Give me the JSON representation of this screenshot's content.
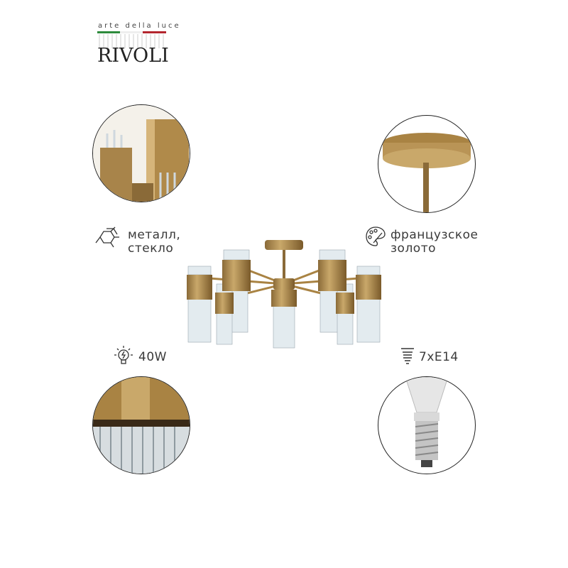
{
  "brand": {
    "tagline": "arte della luce",
    "name": "RIVOLI"
  },
  "features": {
    "material": {
      "icon": "material-molecule-icon",
      "line1": "металл,",
      "line2": "стекло"
    },
    "color": {
      "icon": "palette-icon",
      "line1": "французское",
      "line2": "золото"
    },
    "power": {
      "icon": "bulb-icon",
      "value": "40W"
    },
    "socket": {
      "icon": "socket-icon",
      "value": "7xE14"
    }
  },
  "colors": {
    "gold": "#b08a4a",
    "gold_dark": "#7a5a2a",
    "glass": "#dfe8ee"
  }
}
